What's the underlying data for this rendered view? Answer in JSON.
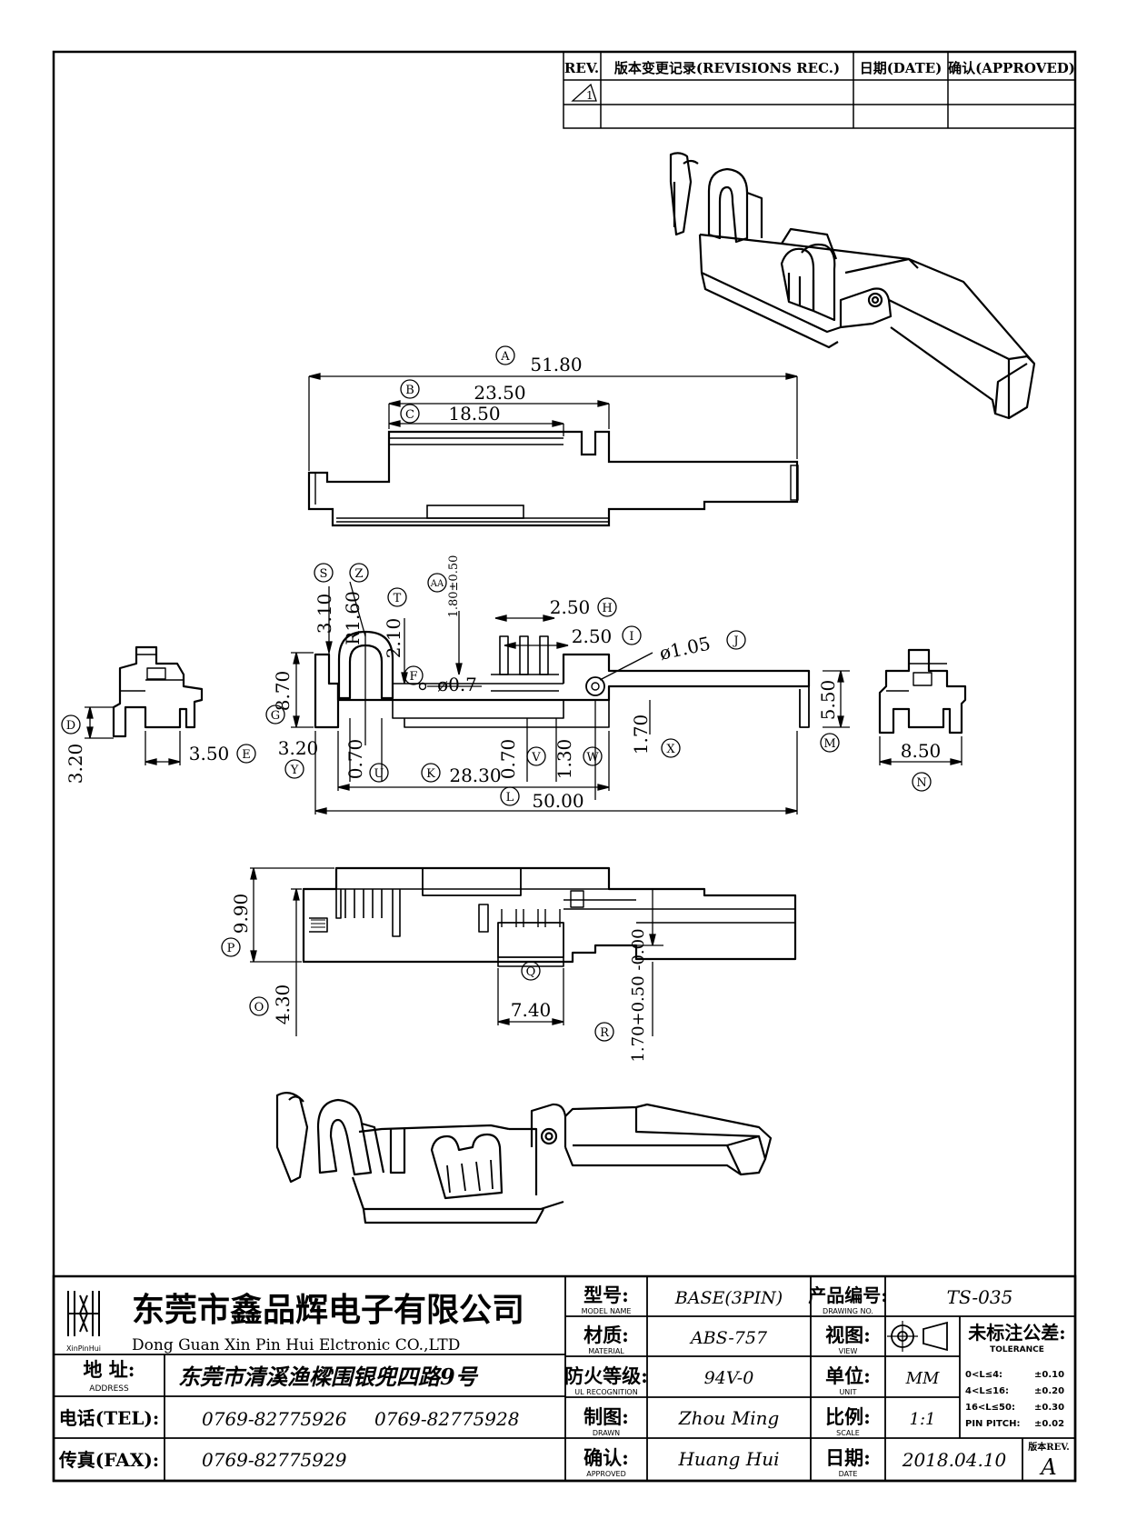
{
  "revision_table": {
    "headers": [
      "REV.",
      "版本变更记录(REVISIONS REC.)",
      "日期(DATE)",
      "确认(APPROVED)"
    ],
    "row1_mark": "1"
  },
  "dimensions": {
    "A": {
      "letter": "A",
      "value": "51.80"
    },
    "B": {
      "letter": "B",
      "value": "23.50"
    },
    "C": {
      "letter": "C",
      "value": "18.50"
    },
    "D": {
      "letter": "D",
      "value": "3.20"
    },
    "E": {
      "letter": "E",
      "value": "3.50"
    },
    "F": {
      "letter": "F",
      "value": "ø0.7"
    },
    "G": {
      "letter": "G",
      "value": "8.70"
    },
    "H": {
      "letter": "H",
      "value": "2.50"
    },
    "I": {
      "letter": "I",
      "value": "2.50"
    },
    "J": {
      "letter": "J",
      "value": "ø1.05"
    },
    "K": {
      "letter": "K",
      "value": "28.30"
    },
    "L": {
      "letter": "L",
      "value": "50.00"
    },
    "M": {
      "letter": "M",
      "value": "5.50"
    },
    "N": {
      "letter": "N",
      "value": "8.50"
    },
    "O": {
      "letter": "O",
      "value": "4.30"
    },
    "P": {
      "letter": "P",
      "value": "9.90"
    },
    "Q": {
      "letter": "Q",
      "value": "7.40"
    },
    "R": {
      "letter": "R",
      "value": "1.70+0.50 -0.00"
    },
    "S": {
      "letter": "S",
      "value": "3.10"
    },
    "T": {
      "letter": "T",
      "value": "2.10"
    },
    "U": {
      "letter": "U",
      "value": "0.70"
    },
    "V": {
      "letter": "V",
      "value": "0.70"
    },
    "W": {
      "letter": "W",
      "value": "1.30"
    },
    "X": {
      "letter": "X",
      "value": "1.70"
    },
    "Y": {
      "letter": "Y",
      "value": "3.20"
    },
    "Z": {
      "letter": "Z",
      "value": "R1.60"
    },
    "AA": {
      "letter": "AA",
      "value": "1.80±0.50"
    }
  },
  "title_block": {
    "company_cn": "东莞市鑫品辉电子有限公司",
    "company_en": "Dong Guan Xin Pin Hui Elctronic CO.,LTD",
    "logo_text": "XinPinHui",
    "address_label": "地 址:",
    "address_label_en": "ADDRESS",
    "address": "东莞市清溪渔樑围银兜四路9号",
    "tel_label": "电话(TEL):",
    "tel1": "0769-82775926",
    "tel2": "0769-82775928",
    "fax_label": "传真(FAX):",
    "fax": "0769-82775929",
    "model_label": "型号:",
    "model_label_en": "MODEL NAME",
    "model": "BASE(3PIN)",
    "material_label": "材质:",
    "material_label_en": "MATERIAL",
    "material": "ABS-757",
    "flame_label": "防火等级:",
    "flame_label_en": "UL RECOGNITION",
    "flame": "94V-0",
    "drawn_label": "制图:",
    "drawn_label_en": "DRAWN",
    "drawn": "Zhou Ming",
    "approved_label": "确认:",
    "approved_label_en": "APPROVED",
    "approved": "Huang Hui",
    "drawing_no_label": "产品编号:",
    "drawing_no_label_en": "DRAWING NO.",
    "drawing_no": "TS-035",
    "view_label": "视图:",
    "view_label_en": "VIEW",
    "unit_label": "单位:",
    "unit_label_en": "UNIT",
    "unit": "MM",
    "scale_label": "比例:",
    "scale_label_en": "SCALE",
    "scale": "1:1",
    "date_label": "日期:",
    "date_label_en": "DATE",
    "date": "2018.04.10",
    "tolerance_label": "未标注公差:",
    "tolerance_label_en": "TOLERANCE",
    "tolerances": [
      {
        "range": "0<L≤4:",
        "value": "±0.10"
      },
      {
        "range": "4<L≤16:",
        "value": "±0.20"
      },
      {
        "range": "16<L≤50:",
        "value": "±0.30"
      },
      {
        "range": "PIN PITCH:",
        "value": "±0.02"
      }
    ],
    "rev_label": "版本REV.",
    "rev": "A"
  }
}
